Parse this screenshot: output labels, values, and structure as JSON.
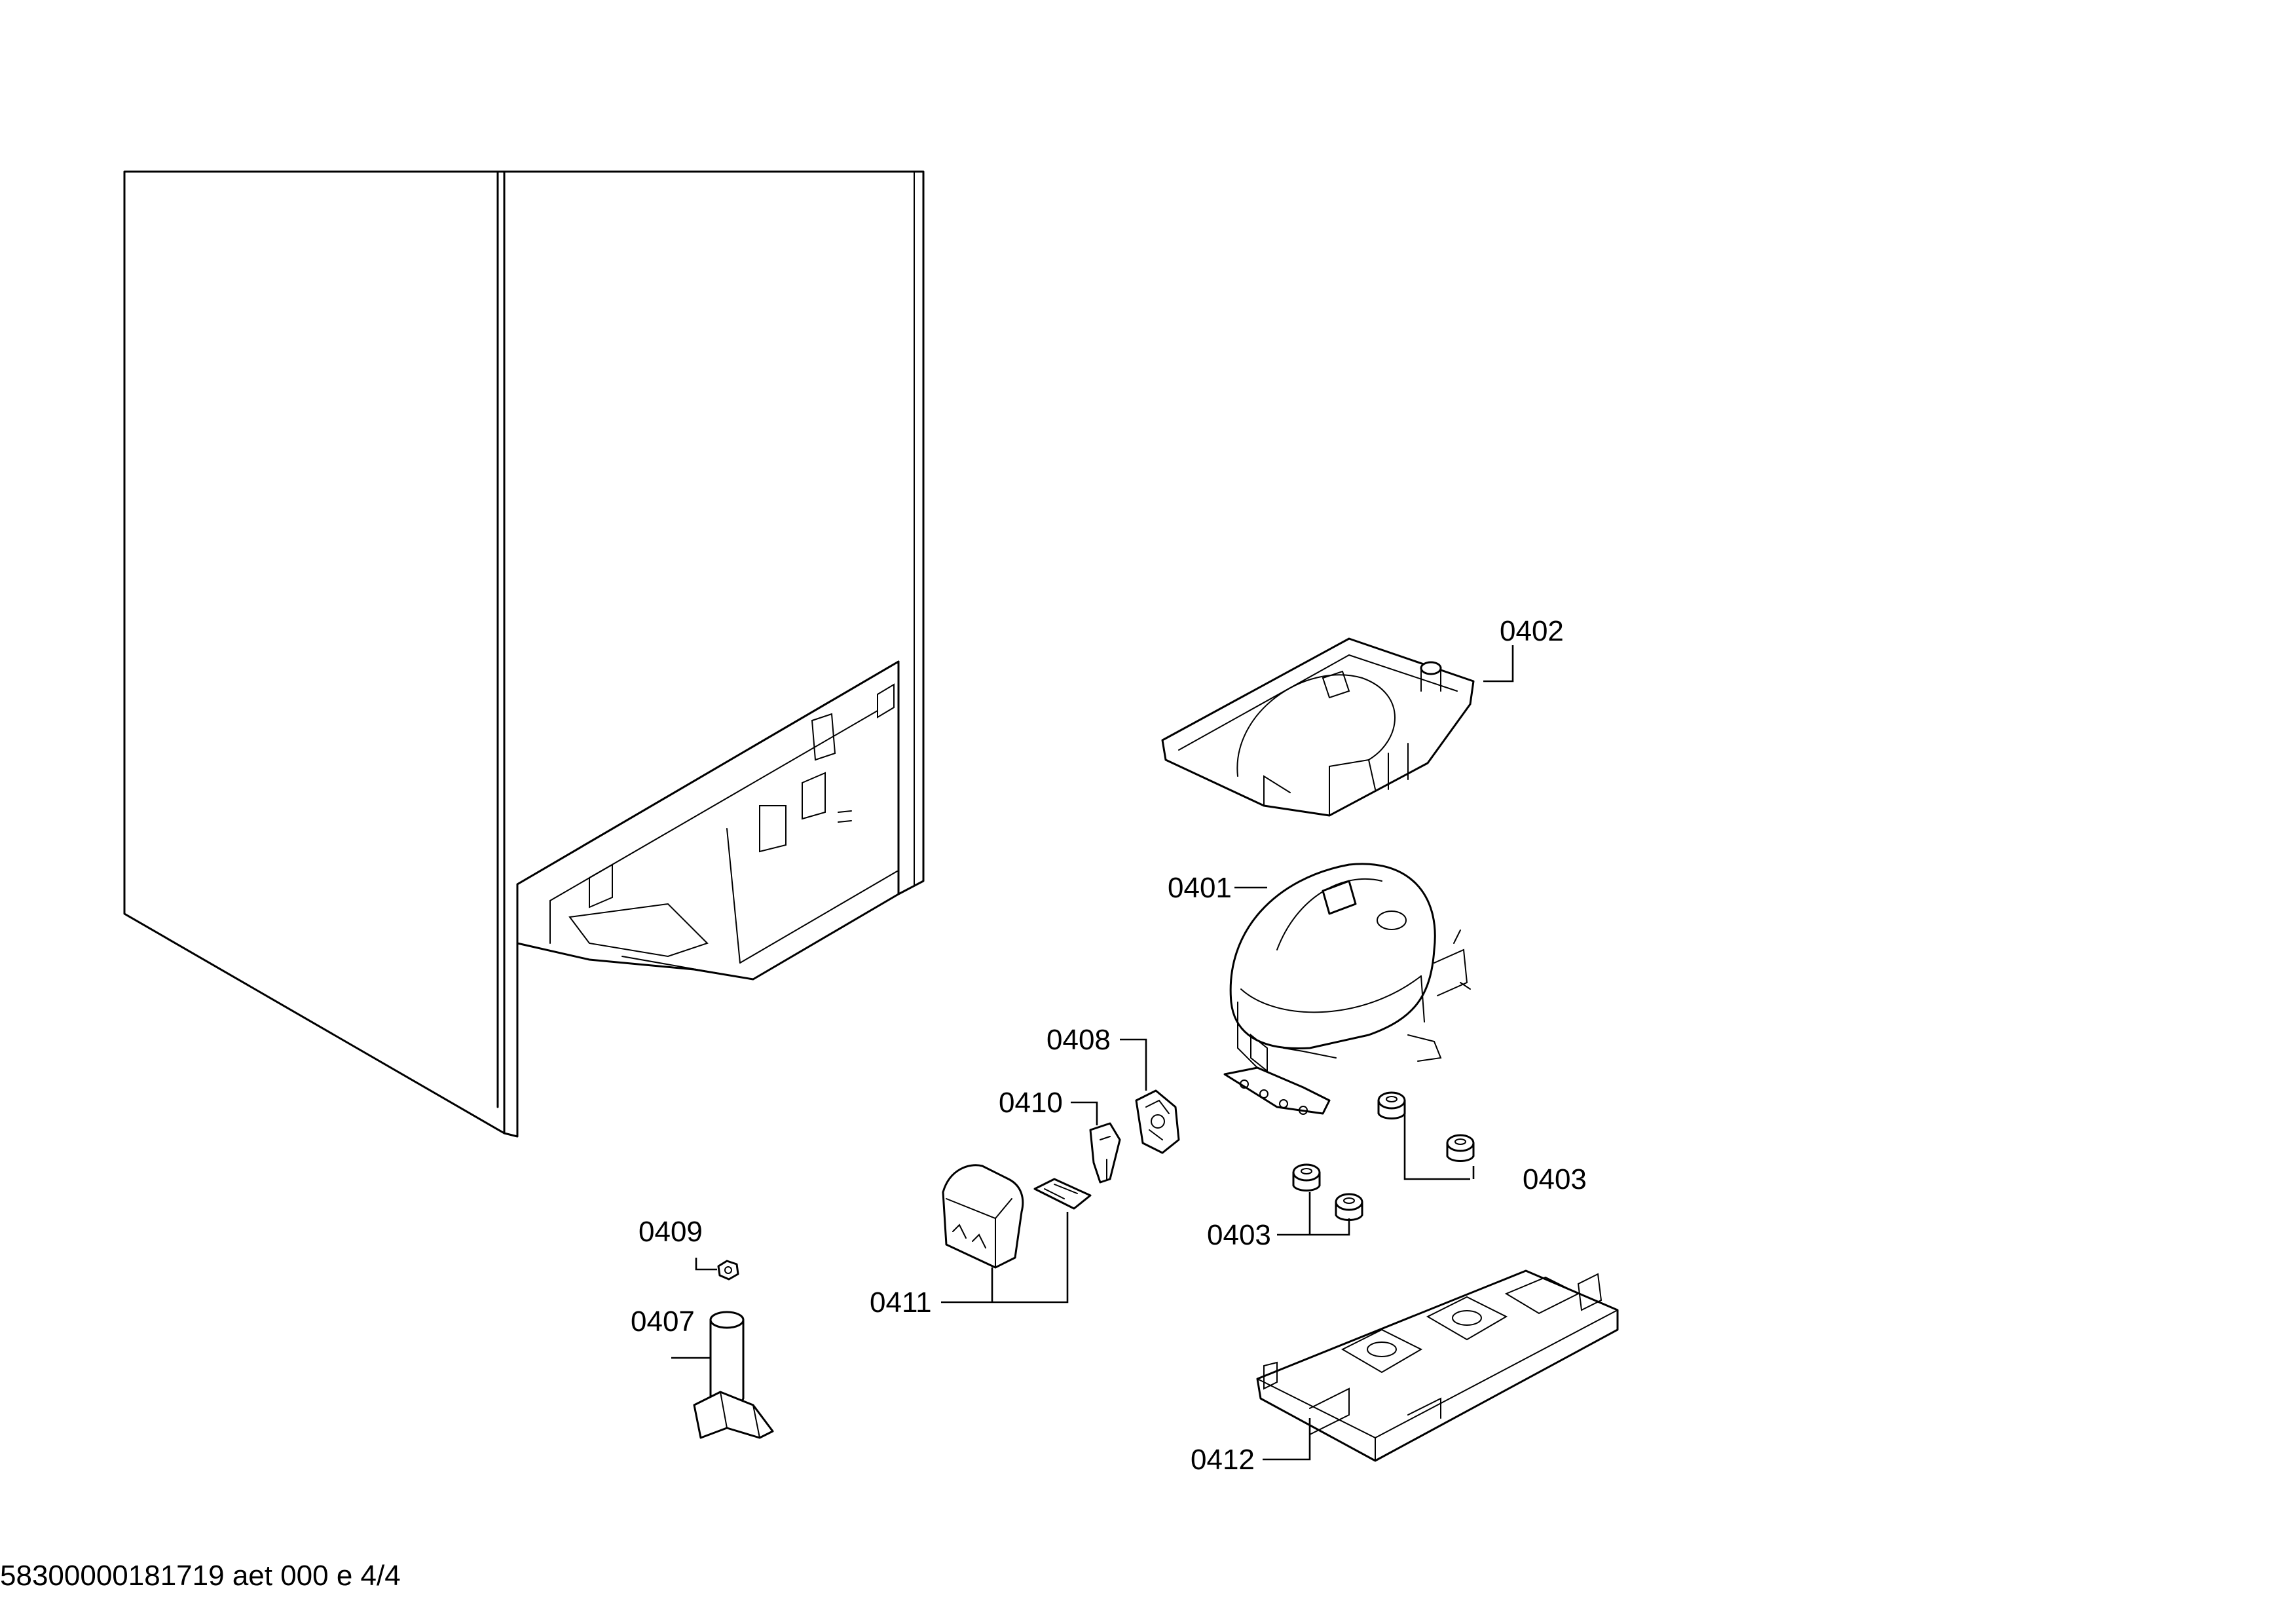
{
  "callouts": {
    "c0401": "0401",
    "c0402": "0402",
    "c0403a": "0403",
    "c0403b": "0403",
    "c0407": "0407",
    "c0408": "0408",
    "c0409": "0409",
    "c0410": "0410",
    "c0411": "0411",
    "c0412": "0412"
  },
  "footer": {
    "document_id": "58300000181719 aet 000 e 4/4"
  }
}
